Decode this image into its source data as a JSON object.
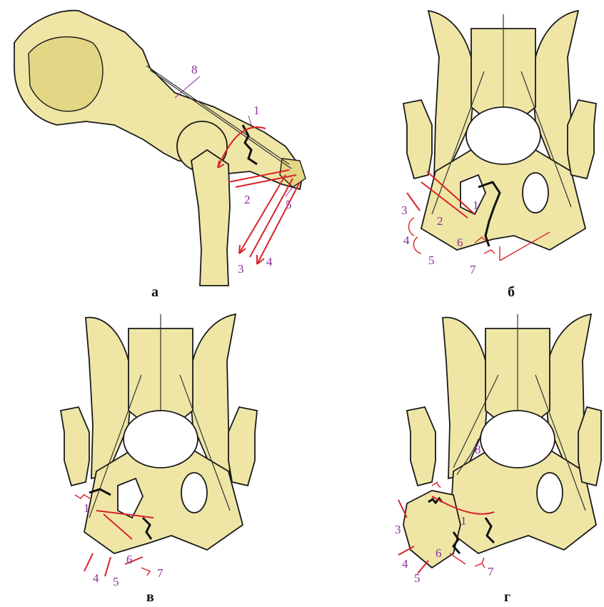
{
  "panels": {
    "a": {
      "label": "а",
      "numbers": {
        "n1": "1",
        "n2": "2",
        "n3": "3",
        "n4": "4",
        "n5": "5",
        "n8": "8"
      }
    },
    "b": {
      "label": "б",
      "numbers": {
        "n1": "1",
        "n2": "2",
        "n3": "3",
        "n4": "4",
        "n5": "5",
        "n6": "6",
        "n7": "7"
      }
    },
    "c": {
      "label": "в",
      "numbers": {
        "n1": "1",
        "n4": "4",
        "n5": "5",
        "n6": "6",
        "n7": "7"
      }
    },
    "d": {
      "label": "г",
      "numbers": {
        "n1": "1",
        "n3": "3",
        "n4": "4",
        "n5": "5",
        "n6": "6",
        "n7": "7",
        "n8": "8"
      }
    }
  },
  "colors": {
    "bone": "#efe6a6",
    "arrow": "#d8232a",
    "numbers": "#8a2b9a"
  }
}
